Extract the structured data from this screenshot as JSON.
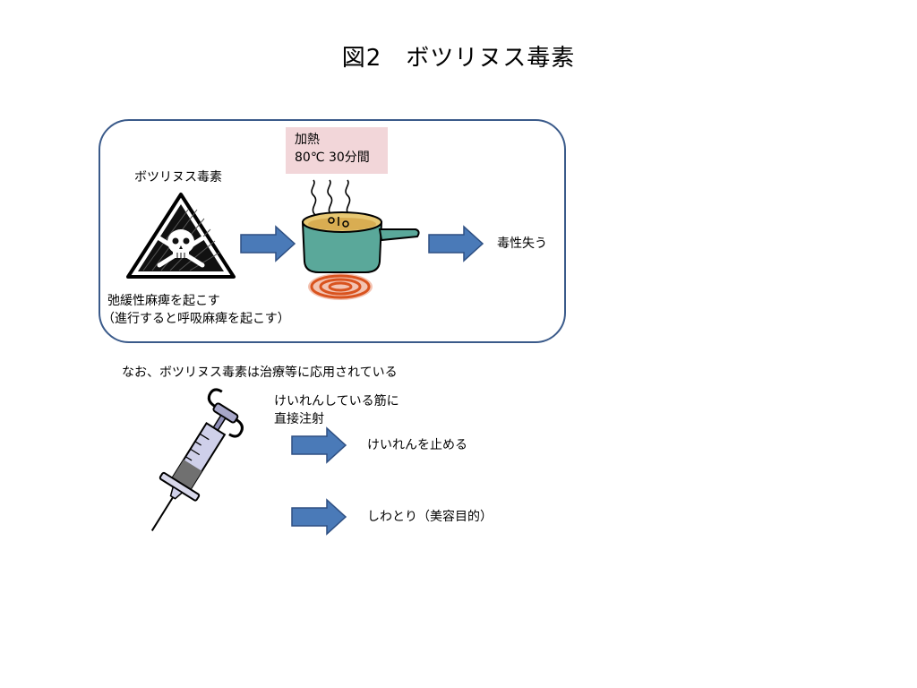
{
  "title": "図2　ボツリヌス毒素",
  "diagram": {
    "toxin_label": "ボツリヌス毒素",
    "heat_box": {
      "line1": "加熱",
      "line2": "80℃ 30分間"
    },
    "result": "毒性失う",
    "effect_line1": "弛緩性麻痺を起こす",
    "effect_line2": "（進行すると呼吸麻痺を起こす）"
  },
  "note": "なお、ボツリヌス毒素は治療等に応用されている",
  "treatment": {
    "injection_line1": "けいれんしている筋に",
    "injection_line2": "直接注射",
    "use1": "けいれんを止める",
    "use2": "しわとり（美容目的）"
  },
  "colors": {
    "frame": "#3a5a8a",
    "arrow": "#4a7ab8",
    "heat_box": "#f2d6d9",
    "pot": "#5aa89a"
  }
}
